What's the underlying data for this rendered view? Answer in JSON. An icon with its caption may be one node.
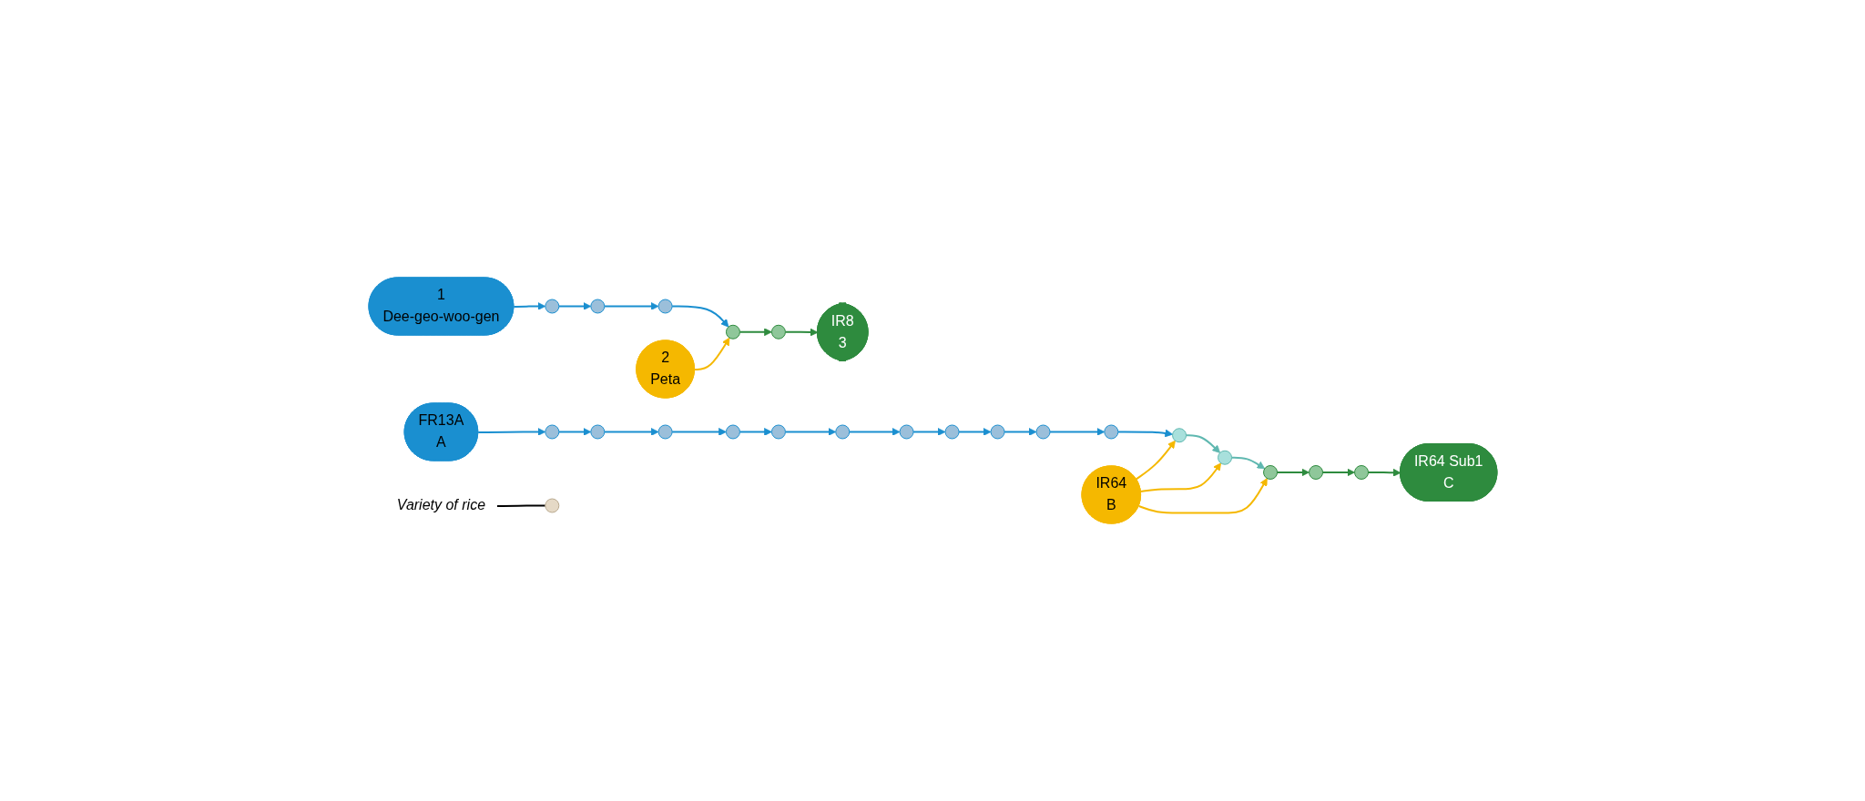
{
  "diagram": {
    "nodes": [
      {
        "text": [
          "1",
          "Dee-geo-woo-gen"
        ]
      },
      {
        "text": [],
        "shape": "circle"
      },
      {
        "text": [],
        "shape": "circle"
      },
      {
        "text": [],
        "shape": "circle"
      },
      {
        "text": [],
        "shape": "circle"
      },
      {
        "text": [
          "2",
          "Peta"
        ]
      },
      {
        "text": [],
        "shape": "circle"
      },
      {
        "text": [
          "IR8",
          "3"
        ]
      },
      {
        "text": [
          "FR13A",
          "A"
        ]
      },
      {
        "text": [],
        "shape": "circle"
      },
      {
        "text": [],
        "shape": "circle"
      },
      {
        "text": [],
        "shape": "circle"
      },
      {
        "text": [],
        "shape": "circle"
      },
      {
        "text": [],
        "shape": "circle"
      },
      {
        "text": [],
        "shape": "circle"
      },
      {
        "text": [],
        "shape": "circle"
      },
      {
        "text": [],
        "shape": "circle"
      },
      {
        "text": [],
        "shape": "circle"
      },
      {
        "text": [],
        "shape": "circle"
      },
      {
        "text": [],
        "shape": "circle"
      },
      {
        "text": [],
        "shape": "circle"
      },
      {
        "text": [],
        "shape": "circle"
      },
      {
        "text": [],
        "shape": "circle"
      },
      {
        "text": [],
        "shape": "circle"
      },
      {
        "text": [],
        "shape": "circle"
      },
      {
        "text": [
          "IR64 Sub1",
          "C"
        ]
      },
      {
        "text": [
          "IR64",
          "B"
        ]
      },
      {
        "text": [
          "Variety of rice"
        ]
      },
      {
        "text": [],
        "shape": "circle"
      }
    ],
    "edges": [
      {
        "from": 0,
        "to": 1,
        "arrow": "to"
      },
      {
        "from": 1,
        "to": 2,
        "arrow": "to"
      },
      {
        "from": 2,
        "to": 3,
        "arrow": "to"
      },
      {
        "from": 3,
        "to": 4,
        "arrow": "to"
      },
      {
        "from": 5,
        "to": 4,
        "arrow": "to",
        "color": "#f5b800"
      },
      {
        "from": 4,
        "to": 6,
        "arrow": "to",
        "color": "#2e8b3e"
      },
      {
        "from": 6,
        "to": 7,
        "arrow": "to",
        "color": "#2e8b3e"
      },
      {
        "from": 8,
        "to": 9,
        "arrow": "to"
      },
      {
        "from": 9,
        "to": 10,
        "arrow": "to"
      },
      {
        "from": 10,
        "to": 11,
        "arrow": "to"
      },
      {
        "from": 11,
        "to": 12,
        "arrow": "to"
      },
      {
        "from": 12,
        "to": 13,
        "arrow": "to"
      },
      {
        "from": 13,
        "to": 14,
        "arrow": "to"
      },
      {
        "from": 14,
        "to": 15,
        "arrow": "to"
      },
      {
        "from": 15,
        "to": 16,
        "arrow": "to"
      },
      {
        "from": 16,
        "to": 17,
        "arrow": "to"
      },
      {
        "from": 17,
        "to": 18,
        "arrow": "to"
      },
      {
        "from": 18,
        "to": 19,
        "arrow": "to"
      },
      {
        "from": 19,
        "to": 20,
        "arrow": "to"
      },
      {
        "from": 26,
        "to": 22,
        "arrow": "to",
        "color": "#f5b800"
      },
      {
        "from": 26,
        "to": 21,
        "arrow": "to",
        "color": "#f5b800"
      },
      {
        "from": 26,
        "to": 20,
        "arrow": "to",
        "color": "#f5b800"
      },
      {
        "from": 20,
        "to": 21,
        "arrow": "to",
        "color": "#5fb8b0"
      },
      {
        "from": 21,
        "to": 22,
        "arrow": "to",
        "color": "#5fb8b0"
      },
      {
        "from": 22,
        "to": 23,
        "arrow": "to",
        "color": "#2e8b3e"
      },
      {
        "from": 23,
        "to": 24,
        "arrow": "to",
        "color": "#2e8b3e"
      },
      {
        "from": 24,
        "to": 25,
        "arrow": "to",
        "color": "#2e8b3e"
      },
      {
        "from": 27,
        "to": 28,
        "arrow": "none",
        "color": "#000000"
      }
    ]
  }
}
